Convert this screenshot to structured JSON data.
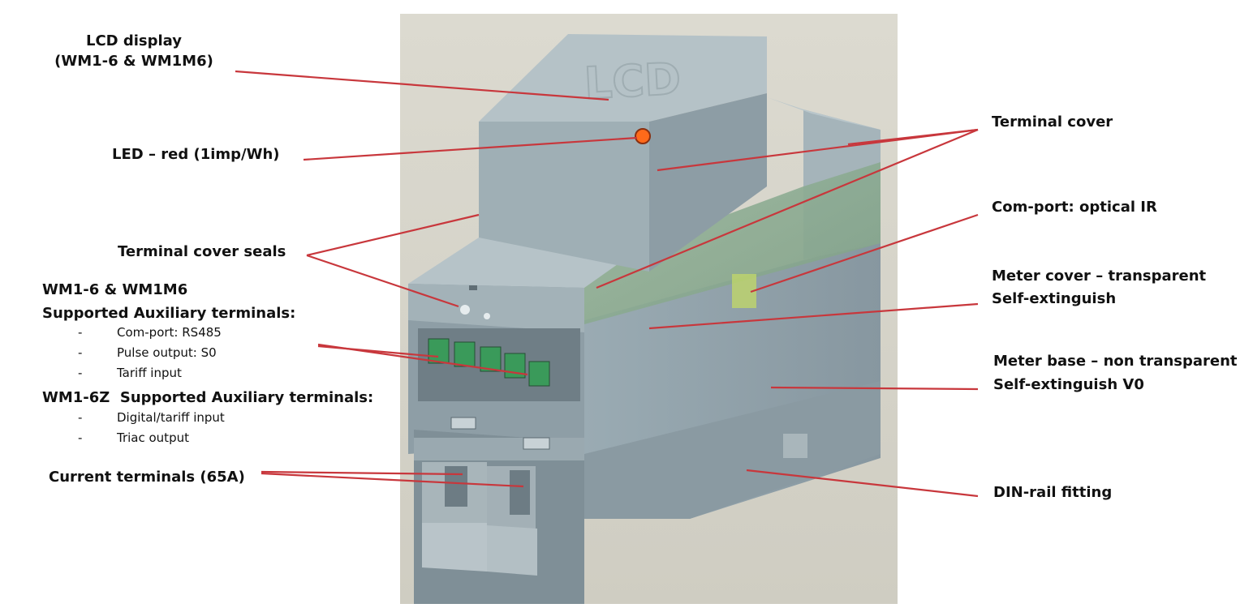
{
  "labels": {
    "lcd_display": [
      "LCD display",
      "(WM1-6 & WM1M6)"
    ],
    "led": "LED – red (1imp/Wh)",
    "terminal_cover_seals": "Terminal cover seals",
    "wm16_heading": [
      "WM1-6 & WM1M6",
      "Supported Auxiliary terminals:"
    ],
    "wm16_items": [
      "Com-port: RS485",
      "Pulse output: S0",
      "Tariff input"
    ],
    "wm16z_heading": "WM1-6Z  Supported Auxiliary terminals:",
    "wm16z_items": [
      "Digital/tariff input",
      "Triac output"
    ],
    "current_terminals": "Current terminals (65A)",
    "terminal_cover": "Terminal cover",
    "com_port": "Com-port: optical IR",
    "meter_cover": [
      "Meter cover – transparent",
      "Self-extinguish"
    ],
    "meter_base": [
      "Meter base – non transparent",
      "Self-extinguish V0"
    ],
    "din_rail": "DIN-rail fitting"
  },
  "list_bullet": "-",
  "device_marking": "LCD",
  "colors": {
    "leader_line": "#c8373c",
    "background_panel": "#d8d6cc",
    "meter_body": "#97a6ad",
    "meter_cover_green": "#8fae94",
    "terminal_green": "#3a9a5a",
    "led": "#ff6a1a",
    "label_text": "#111111"
  }
}
